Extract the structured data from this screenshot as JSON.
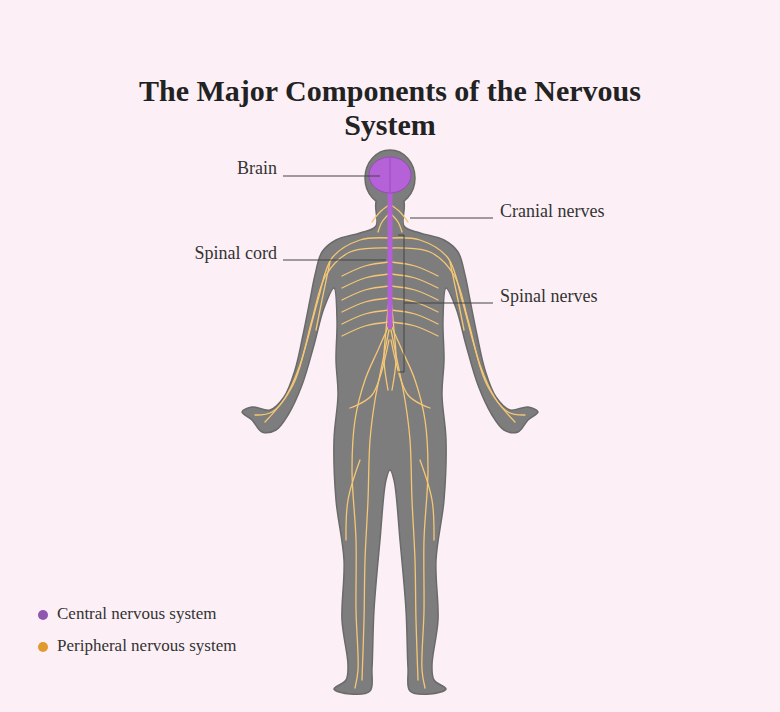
{
  "diagram": {
    "title": "The Major Components of the Nervous System",
    "labels": [
      "Brain",
      "Cranial nerves",
      "Spinal cord",
      "Spinal nerves"
    ],
    "legend": [
      {
        "text": "Central nervous system",
        "color": "#8e57b0"
      },
      {
        "text": "Peripheral nervous system",
        "color": "#e09a2e"
      }
    ]
  }
}
